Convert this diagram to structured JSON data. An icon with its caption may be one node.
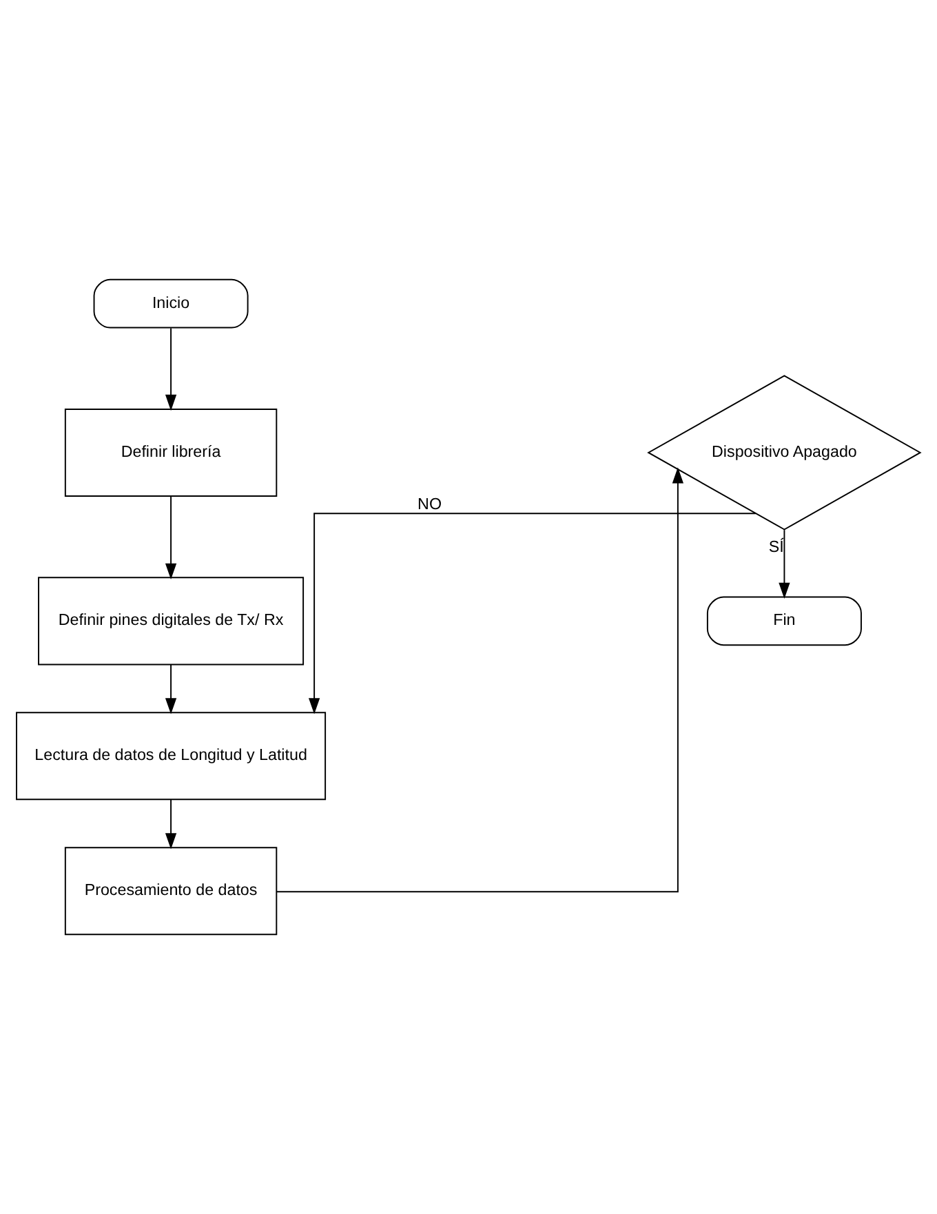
{
  "diagram": {
    "nodes": [
      {
        "text": [
          "Inicio"
        ]
      },
      {
        "text": [
          "Definir librería"
        ]
      },
      {
        "text": [
          "Definir pines digitales de Tx/ Rx"
        ]
      },
      {
        "text": [
          "Lectura de datos de Longitud y Latitud"
        ]
      },
      {
        "text": [
          "Procesamiento de datos"
        ]
      },
      {
        "text": [
          "Dispositivo Apagado"
        ]
      },
      {
        "text": [
          "Fin"
        ]
      }
    ],
    "edges": [
      {
        "from": 0,
        "to": 1,
        "arrow": "to"
      },
      {
        "from": 1,
        "to": 2,
        "arrow": "to"
      },
      {
        "from": 2,
        "to": 3,
        "arrow": "to"
      },
      {
        "from": 3,
        "to": 4,
        "arrow": "to"
      },
      {
        "from": 4,
        "to": 5,
        "arrow": "to"
      },
      {
        "from": 5,
        "to": 3,
        "arrow": "to",
        "label": "NO"
      },
      {
        "from": 5,
        "to": 6,
        "arrow": "to",
        "label": "SÍ"
      }
    ]
  }
}
